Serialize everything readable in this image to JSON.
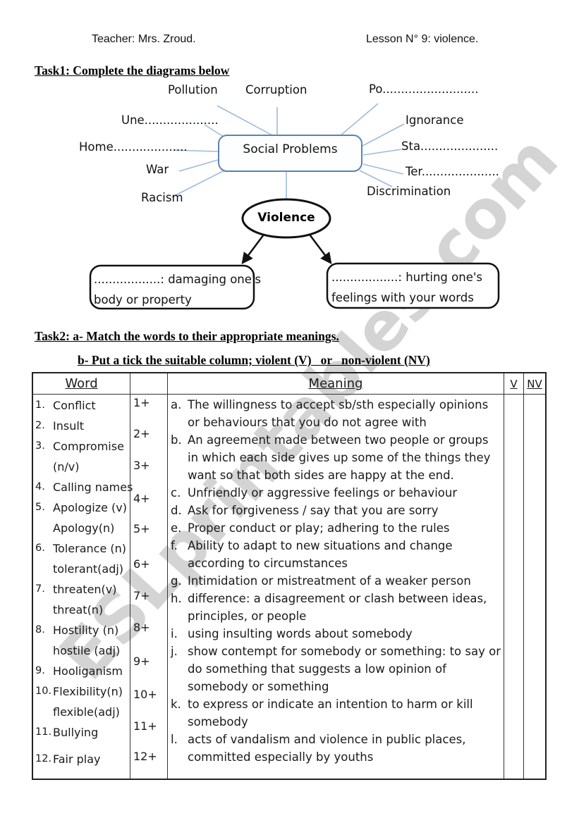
{
  "header": {
    "teacher": "Teacher: Mrs. Zroud.",
    "lesson": "Lesson N° 9: violence."
  },
  "task1": {
    "title": "Task1: Complete the diagrams below"
  },
  "diagram": {
    "center": "Social Problems",
    "violence": "Violence",
    "labels": {
      "pollution": "Pollution",
      "corruption": "Corruption",
      "po": "Po..........................",
      "une": "Une....................",
      "home": "Home....................",
      "war": "War",
      "racism": "Racism",
      "ignorance": "Ignorance",
      "sta": "Sta.....................",
      "ter": "Ter.....................",
      "discrimination": "Discrimination"
    },
    "boxes": {
      "left_line1": "..................: damaging one's",
      "left_line2": "body or property",
      "right_line1": "..................: hurting one's",
      "right_line2": "feelings with your words"
    }
  },
  "task2": {
    "title_a": "Task2: a- Match the words to their appropriate meanings.",
    "title_b": "b- Put a tick the suitable column; violent (V)   or   non-violent (NV)"
  },
  "table": {
    "headers": {
      "word": "Word",
      "meaning": "Meaning",
      "v": "V",
      "nv": "NV"
    },
    "word_lines": [
      {
        "n": "1.",
        "t": "Conflict"
      },
      {
        "n": "2.",
        "t": "Insult"
      },
      {
        "n": "3.",
        "t": "Compromise"
      },
      {
        "n": "",
        "t": "(n/v)"
      },
      {
        "n": "4.",
        "t": "Calling names"
      },
      {
        "n": "5.",
        "t": "Apologize (v)"
      },
      {
        "n": "",
        "t": "Apology(n)"
      },
      {
        "n": "6.",
        "t": "Tolerance (n)"
      },
      {
        "n": "",
        "t": "tolerant(adj)"
      },
      {
        "n": "7.",
        "t": "threaten(v)"
      },
      {
        "n": "",
        "t": "threat(n)"
      },
      {
        "n": "8.",
        "t": "Hostility (n)"
      },
      {
        "n": "",
        "t": "hostile (adj)"
      },
      {
        "n": "9.",
        "t": "Hooliganism"
      },
      {
        "n": "10.",
        "t": "Flexibility(n)"
      },
      {
        "n": "",
        "t": "flexible(adj)"
      },
      {
        "n": "11.",
        "t": "Bullying"
      },
      {
        "n": "12.",
        "t": "Fair play"
      }
    ],
    "codes": [
      "1+",
      "2+",
      "3+",
      "4+",
      "5+",
      "6+",
      "7+",
      "8+",
      "9+",
      "10+",
      "11+",
      "12+"
    ],
    "meanings": [
      {
        "l": "a.",
        "t": "The willingness to accept sb/sth especially opinions or behaviours that you do not agree with"
      },
      {
        "l": "b.",
        "t": "An agreement made between two people or groups in which each side gives up some of the things they want so that both sides are happy at the end."
      },
      {
        "l": "c.",
        "t": "Unfriendly or aggressive feelings or behaviour"
      },
      {
        "l": "d.",
        "t": "Ask for forgiveness / say that you are sorry"
      },
      {
        "l": "e.",
        "t": "Proper conduct or play; adhering to the rules"
      },
      {
        "l": "f.",
        "t": "Ability to adapt to new situations and change according to circumstances"
      },
      {
        "l": "g.",
        "t": "Intimidation or mistreatment of a weaker person"
      },
      {
        "l": "h.",
        "t": "difference: a disagreement or clash between ideas, principles, or people"
      },
      {
        "l": "i.",
        "t": "using insulting words about somebody"
      },
      {
        "l": "j.",
        "t": "show contempt for somebody or something: to say or do something that suggests a low opinion of somebody or something"
      },
      {
        "l": "k.",
        "t": "to express or indicate an intention to harm or kill somebody"
      },
      {
        "l": "l.",
        "t": "acts of vandalism and violence in public places, committed especially by youths"
      }
    ]
  },
  "watermark": "ESLprintables.com",
  "colors": {
    "spoke_line": "#9cbbdc",
    "center_box_border": "#5b84ad",
    "ink": "#111111",
    "watermark_gray": "#9a9a9a"
  }
}
